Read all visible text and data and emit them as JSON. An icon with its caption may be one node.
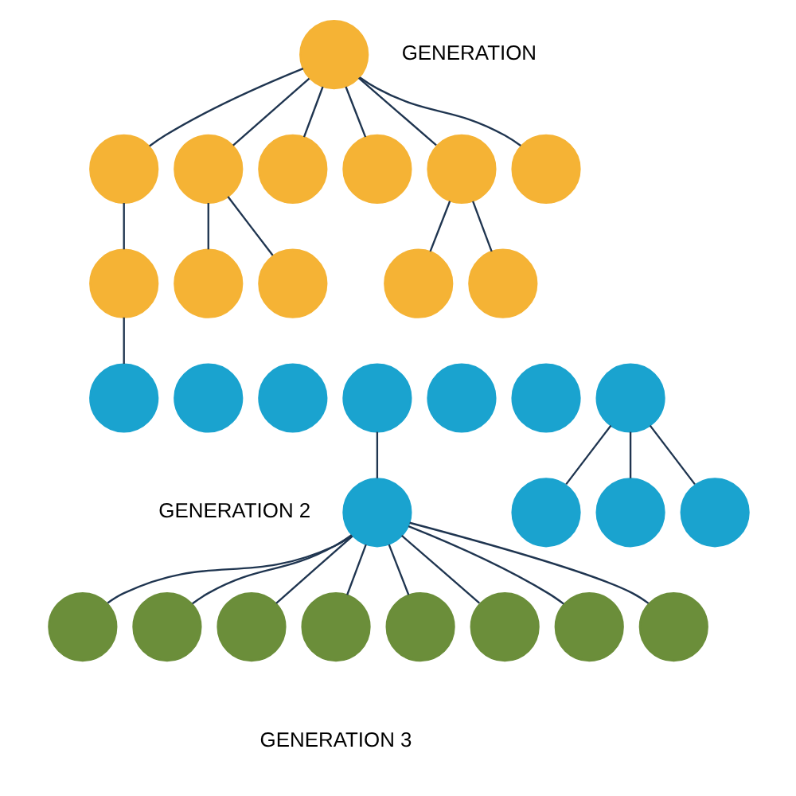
{
  "diagram": {
    "nodes": [
      {
        "text": [],
        "shape": "person"
      },
      {
        "text": [],
        "shape": "person"
      },
      {
        "text": [],
        "shape": "person"
      },
      {
        "text": [],
        "shape": "person"
      },
      {
        "text": [],
        "shape": "person"
      },
      {
        "text": [],
        "shape": "person"
      },
      {
        "text": [],
        "shape": "person"
      },
      {
        "text": [],
        "shape": "person"
      },
      {
        "text": [],
        "shape": "person"
      },
      {
        "text": [],
        "shape": "person"
      },
      {
        "text": [],
        "shape": "person"
      },
      {
        "text": [],
        "shape": "person"
      },
      {
        "text": [],
        "shape": "person"
      },
      {
        "text": [],
        "shape": "person"
      },
      {
        "text": [],
        "shape": "person"
      },
      {
        "text": [],
        "shape": "person"
      },
      {
        "text": [],
        "shape": "person"
      },
      {
        "text": [],
        "shape": "person"
      },
      {
        "text": [],
        "shape": "person"
      },
      {
        "text": [],
        "shape": "person"
      },
      {
        "text": [],
        "shape": "person"
      },
      {
        "text": [],
        "shape": "person"
      },
      {
        "text": [],
        "shape": "person"
      },
      {
        "text": [],
        "shape": "person"
      },
      {
        "text": [],
        "shape": "person"
      },
      {
        "text": [],
        "shape": "person"
      },
      {
        "text": [],
        "shape": "person"
      },
      {
        "text": [],
        "shape": "person"
      },
      {
        "text": [],
        "shape": "person"
      },
      {
        "text": [],
        "shape": "person"
      },
      {
        "text": [],
        "shape": "person"
      }
    ],
    "edges": [
      {
        "from": 0,
        "to": 1,
        "arrow": "none"
      },
      {
        "from": 0,
        "to": 2,
        "arrow": "none"
      },
      {
        "from": 0,
        "to": 3,
        "arrow": "none"
      },
      {
        "from": 0,
        "to": 4,
        "arrow": "none"
      },
      {
        "from": 0,
        "to": 5,
        "arrow": "none"
      },
      {
        "from": 0,
        "to": 6,
        "arrow": "none"
      },
      {
        "from": 1,
        "to": 7,
        "arrow": "none"
      },
      {
        "from": 2,
        "to": 8,
        "arrow": "none"
      },
      {
        "from": 2,
        "to": 9,
        "arrow": "none"
      },
      {
        "from": 5,
        "to": 10,
        "arrow": "none"
      },
      {
        "from": 5,
        "to": 11,
        "arrow": "none"
      },
      {
        "from": 7,
        "to": 12,
        "arrow": "none"
      },
      {
        "from": 15,
        "to": 19,
        "arrow": "none"
      },
      {
        "from": 18,
        "to": 20,
        "arrow": "none"
      },
      {
        "from": 18,
        "to": 21,
        "arrow": "none"
      },
      {
        "from": 18,
        "to": 22,
        "arrow": "none"
      },
      {
        "from": 19,
        "to": 23,
        "arrow": "none"
      },
      {
        "from": 19,
        "to": 24,
        "arrow": "none"
      },
      {
        "from": 19,
        "to": 25,
        "arrow": "none"
      },
      {
        "from": 19,
        "to": 26,
        "arrow": "none"
      },
      {
        "from": 19,
        "to": 27,
        "arrow": "none"
      },
      {
        "from": 19,
        "to": 28,
        "arrow": "none"
      },
      {
        "from": 19,
        "to": 29,
        "arrow": "none"
      },
      {
        "from": 19,
        "to": 30,
        "arrow": "none"
      }
    ],
    "labels": [
      "GENERATION",
      "GENERATION 2",
      "GENERATION 3"
    ]
  }
}
